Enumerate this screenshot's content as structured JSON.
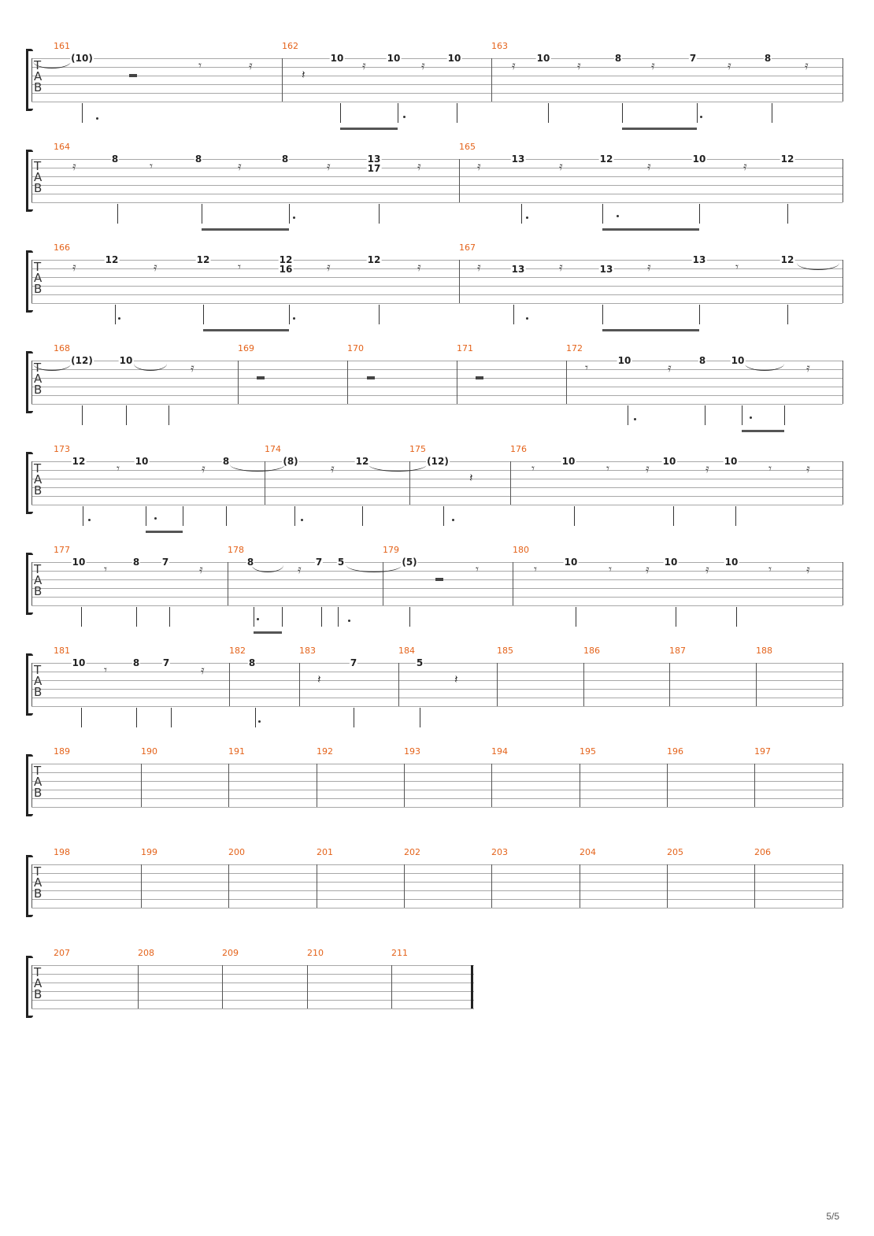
{
  "document": {
    "type": "guitar tablature",
    "page_number": "5/5",
    "tab_clef_letters": [
      "T",
      "A",
      "B"
    ],
    "accent_color": "#e4631b"
  },
  "systems": [
    {
      "measures": [
        "161",
        "162",
        "163"
      ],
      "frets": [
        "(10)",
        "10",
        "10",
        "10",
        "10",
        "8",
        "7",
        "8"
      ]
    },
    {
      "measures": [
        "164",
        "165"
      ],
      "frets": [
        "8",
        "8",
        "8",
        "13",
        "17",
        "13",
        "12",
        "10",
        "12"
      ]
    },
    {
      "measures": [
        "166",
        "167"
      ],
      "frets": [
        "12",
        "12",
        "12",
        "16",
        "12",
        "13",
        "13",
        "13",
        "12"
      ]
    },
    {
      "measures": [
        "168",
        "169",
        "170",
        "171",
        "172"
      ],
      "frets": [
        "(12)",
        "10",
        "10",
        "8",
        "10"
      ]
    },
    {
      "measures": [
        "173",
        "174",
        "175",
        "176"
      ],
      "frets": [
        "12",
        "10",
        "8",
        "(8)",
        "12",
        "(12)",
        "10",
        "10",
        "10"
      ]
    },
    {
      "measures": [
        "177",
        "178",
        "179",
        "180"
      ],
      "frets": [
        "10",
        "8",
        "7",
        "8",
        "7",
        "5",
        "(5)",
        "10",
        "10",
        "10"
      ]
    },
    {
      "measures": [
        "181",
        "182",
        "183",
        "184",
        "185",
        "186",
        "187",
        "188"
      ],
      "frets": [
        "10",
        "8",
        "7",
        "8",
        "7",
        "5"
      ]
    },
    {
      "measures": [
        "189",
        "190",
        "191",
        "192",
        "193",
        "194",
        "195",
        "196",
        "197"
      ],
      "frets": []
    },
    {
      "measures": [
        "198",
        "199",
        "200",
        "201",
        "202",
        "203",
        "204",
        "205",
        "206"
      ],
      "frets": []
    },
    {
      "measures": [
        "207",
        "208",
        "209",
        "210",
        "211"
      ],
      "frets": []
    }
  ]
}
